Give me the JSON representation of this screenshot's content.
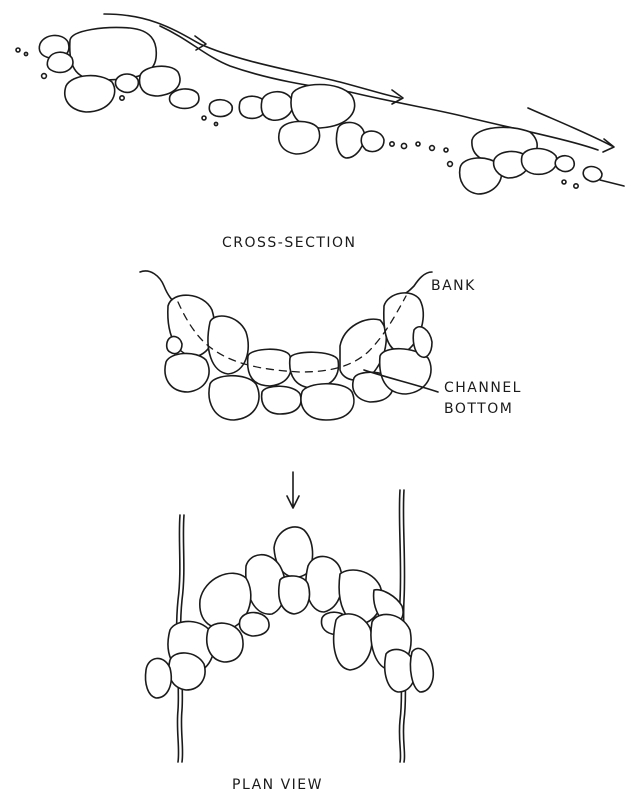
{
  "labels": {
    "cross_section": "CROSS-SECTION",
    "bank": "BANK",
    "channel_line1": "CHANNEL",
    "channel_line2": "BOTTOM",
    "plan_view": "PLAN VIEW"
  },
  "colors": {
    "ink": "#1b1b1b",
    "paper": "#ffffff"
  }
}
